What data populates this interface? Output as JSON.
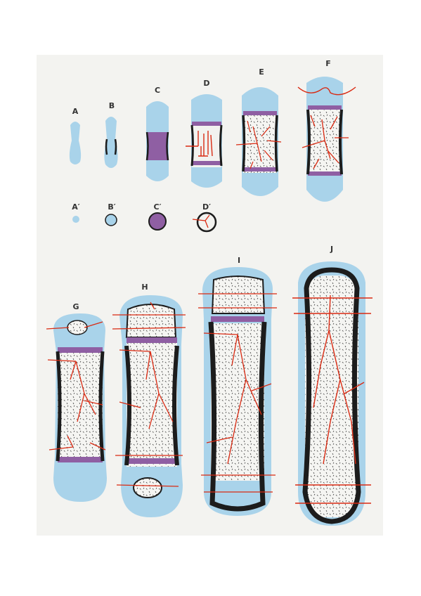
{
  "stage_labels": {
    "a": "A",
    "b": "B",
    "c": "C",
    "d": "D",
    "e": "E",
    "f": "F",
    "g": "G",
    "h": "H",
    "i": "I",
    "j": "J"
  },
  "cross_section_labels": {
    "a": "A′",
    "b": "B′",
    "c": "C′",
    "d": "D′"
  },
  "colors": {
    "cartilage": "#a9d3ea",
    "calcified_cartilage": "#8f5fa3",
    "bone": "#1c1c1c",
    "vessel": "#d92a12",
    "marrow": "#f2f2ef"
  }
}
